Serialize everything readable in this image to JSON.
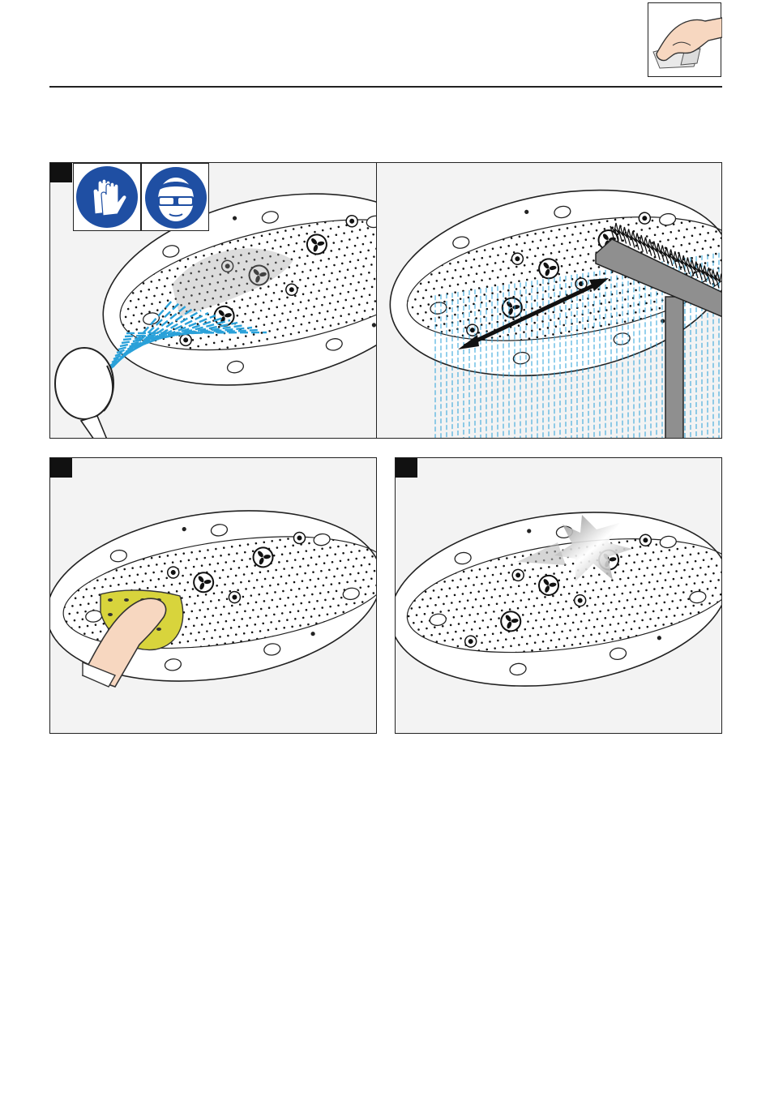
{
  "page": {
    "corner_icon": "hand-wiping-icon",
    "colors": {
      "line": "#222222",
      "panel_bg": "#f3f3f3",
      "water_blue": "#2aa1d9",
      "mandatory_blue": "#1f4fa3",
      "sponge_yellow": "#d8d43c",
      "brush_gray": "#8f8f8f"
    }
  },
  "panels": [
    {
      "scene": "rinse-with-hand-shower",
      "icons": [
        "protective-gloves-icon",
        "safety-goggles-icon"
      ]
    },
    {
      "scene": "brush-nozzles-under-water",
      "icons": [
        "brush-icon",
        "double-arrow-icon"
      ]
    },
    {
      "scene": "wipe-with-sponge",
      "icons": [
        "hand-with-sponge-icon"
      ]
    },
    {
      "scene": "clean-shiny-result",
      "icons": [
        "sparkle-icon"
      ]
    }
  ]
}
